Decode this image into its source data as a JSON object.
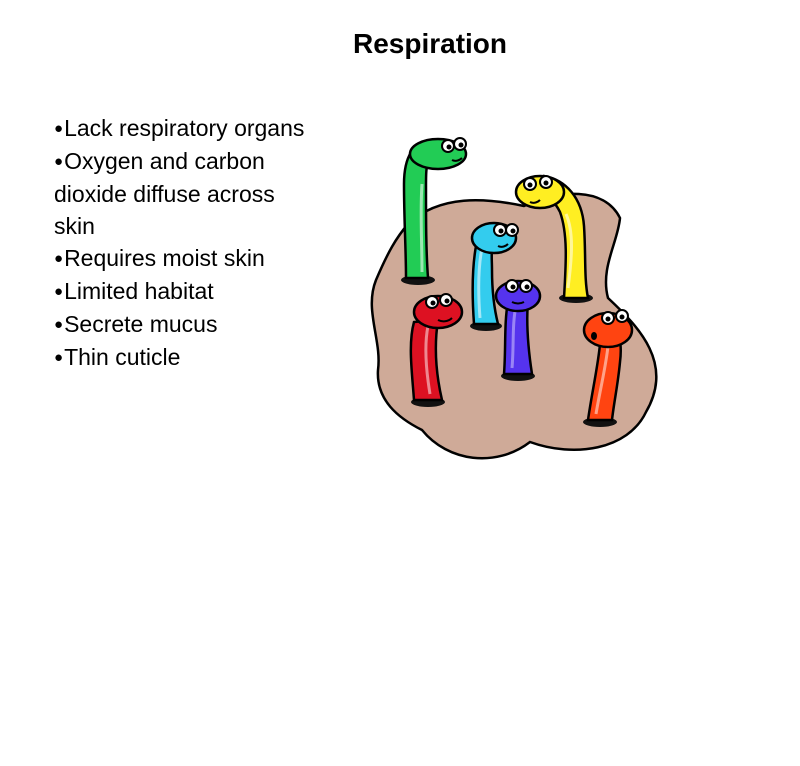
{
  "slide": {
    "title": "Respiration",
    "bullet_symbol": "●",
    "bullets": [
      "Lack respiratory organs",
      "Oxygen and carbon dioxide diffuse across skin",
      "Requires moist skin",
      "Limited habitat",
      "Secrete mucus",
      "Thin cuticle"
    ]
  },
  "illustration": {
    "icon": "worms-in-mud-icon",
    "colors": {
      "mud": "#cfaa98",
      "green_worm": "#22cc55",
      "yellow_worm": "#ffee22",
      "cyan_worm": "#33ccee",
      "blue_worm": "#5533ee",
      "red_worm": "#dd1122",
      "orange_worm": "#ff4411"
    }
  }
}
